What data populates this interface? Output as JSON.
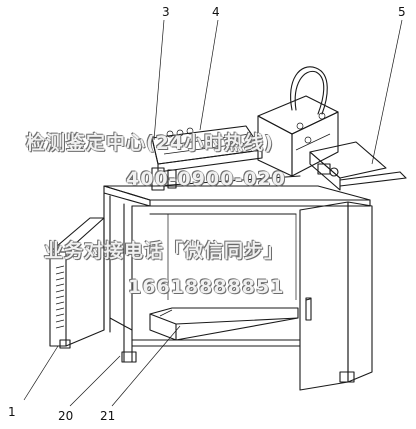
{
  "callouts": {
    "c1": "1",
    "c3": "3",
    "c4": "4",
    "c5": "5",
    "c20": "20",
    "c21": "21"
  },
  "watermark": {
    "line1": "检测鉴定中心(24小时热线)",
    "line2": "400-0900-020",
    "line3": "业务对接电话「微信同步」",
    "line4": "16618888851"
  }
}
